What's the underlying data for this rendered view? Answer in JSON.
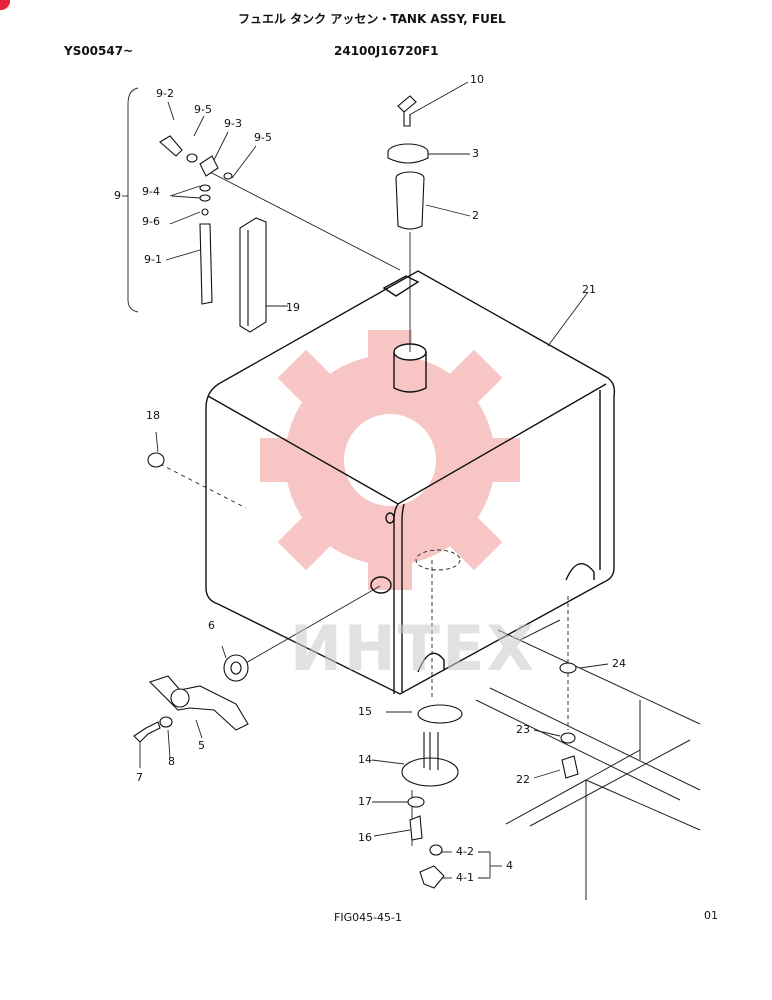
{
  "header": {
    "title": "フュエル タンク アッセン・TANK ASSY, FUEL",
    "serial": "YS00547~",
    "part_number": "24100J16720F1"
  },
  "footer": {
    "figure": "FIG045-45-1",
    "page": "01"
  },
  "watermark": {
    "text": "ИНТЕХ",
    "color": "#f08080"
  },
  "callouts": {
    "c10": "10",
    "c3": "3",
    "c2": "2",
    "c21": "21",
    "c19": "19",
    "c18": "18",
    "c6": "6",
    "c5": "5",
    "c7": "7",
    "c8": "8",
    "c15": "15",
    "c14": "14",
    "c17": "17",
    "c16": "16",
    "c4_2": "4-2",
    "c4_1": "4-1",
    "c4": "4",
    "c24": "24",
    "c23": "23",
    "c22": "22",
    "c9": "9",
    "c9_1": "9-1",
    "c9_2": "9-2",
    "c9_3": "9-3",
    "c9_4": "9-4",
    "c9_5a": "9-5",
    "c9_5b": "9-5",
    "c9_6": "9-6"
  }
}
